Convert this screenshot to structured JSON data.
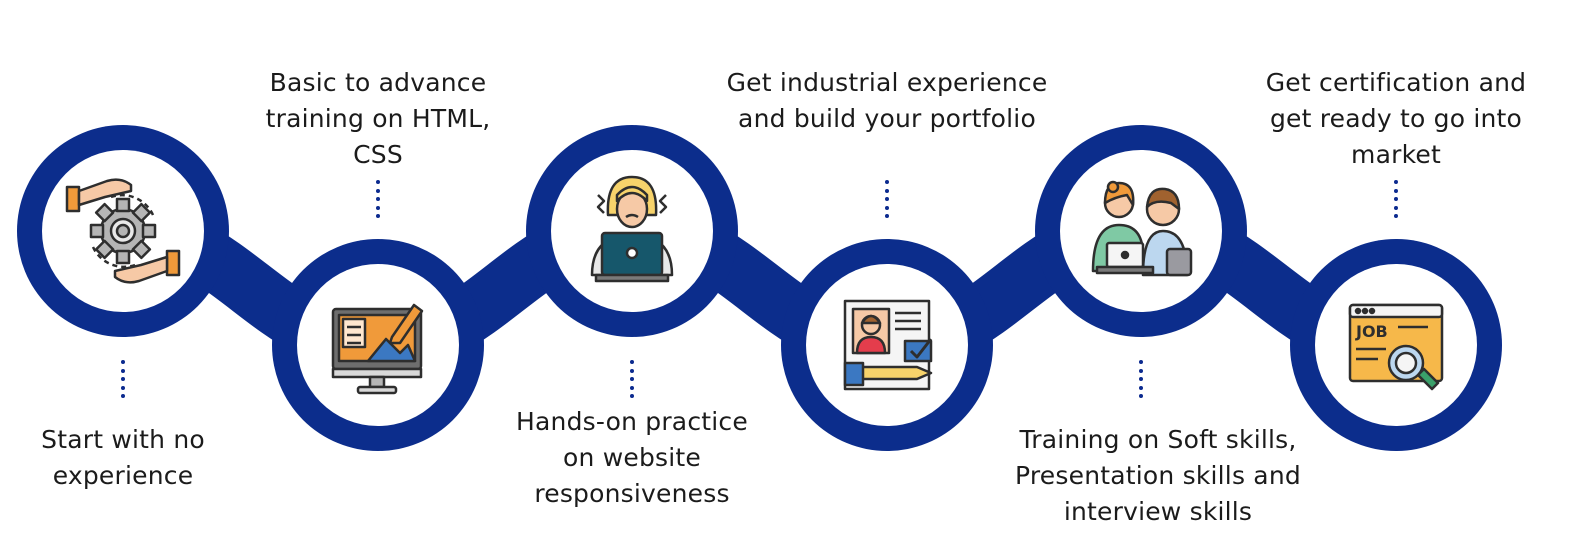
{
  "colors": {
    "chain": "#0c2d8c",
    "dots": "#0b2a8f",
    "text": "#1b1b1b"
  },
  "steps": [
    {
      "icon": "hands-gear-icon",
      "lines": [
        "Start with no",
        "experience"
      ]
    },
    {
      "icon": "monitor-design-icon",
      "lines": [
        "Basic to advance",
        "training on HTML,",
        "CSS"
      ]
    },
    {
      "icon": "stressed-laptop-user-icon",
      "lines": [
        "Hands-on practice",
        "on website",
        "responsiveness"
      ]
    },
    {
      "icon": "portfolio-profile-icon",
      "lines": [
        "Get industrial experience",
        "and build your portfolio"
      ]
    },
    {
      "icon": "interview-meeting-icon",
      "lines": [
        "Training on Soft skills,",
        "Presentation skills and",
        "interview skills"
      ]
    },
    {
      "icon": "job-search-icon",
      "lines": [
        "Get certification and",
        "get ready to go into",
        "market"
      ]
    }
  ]
}
